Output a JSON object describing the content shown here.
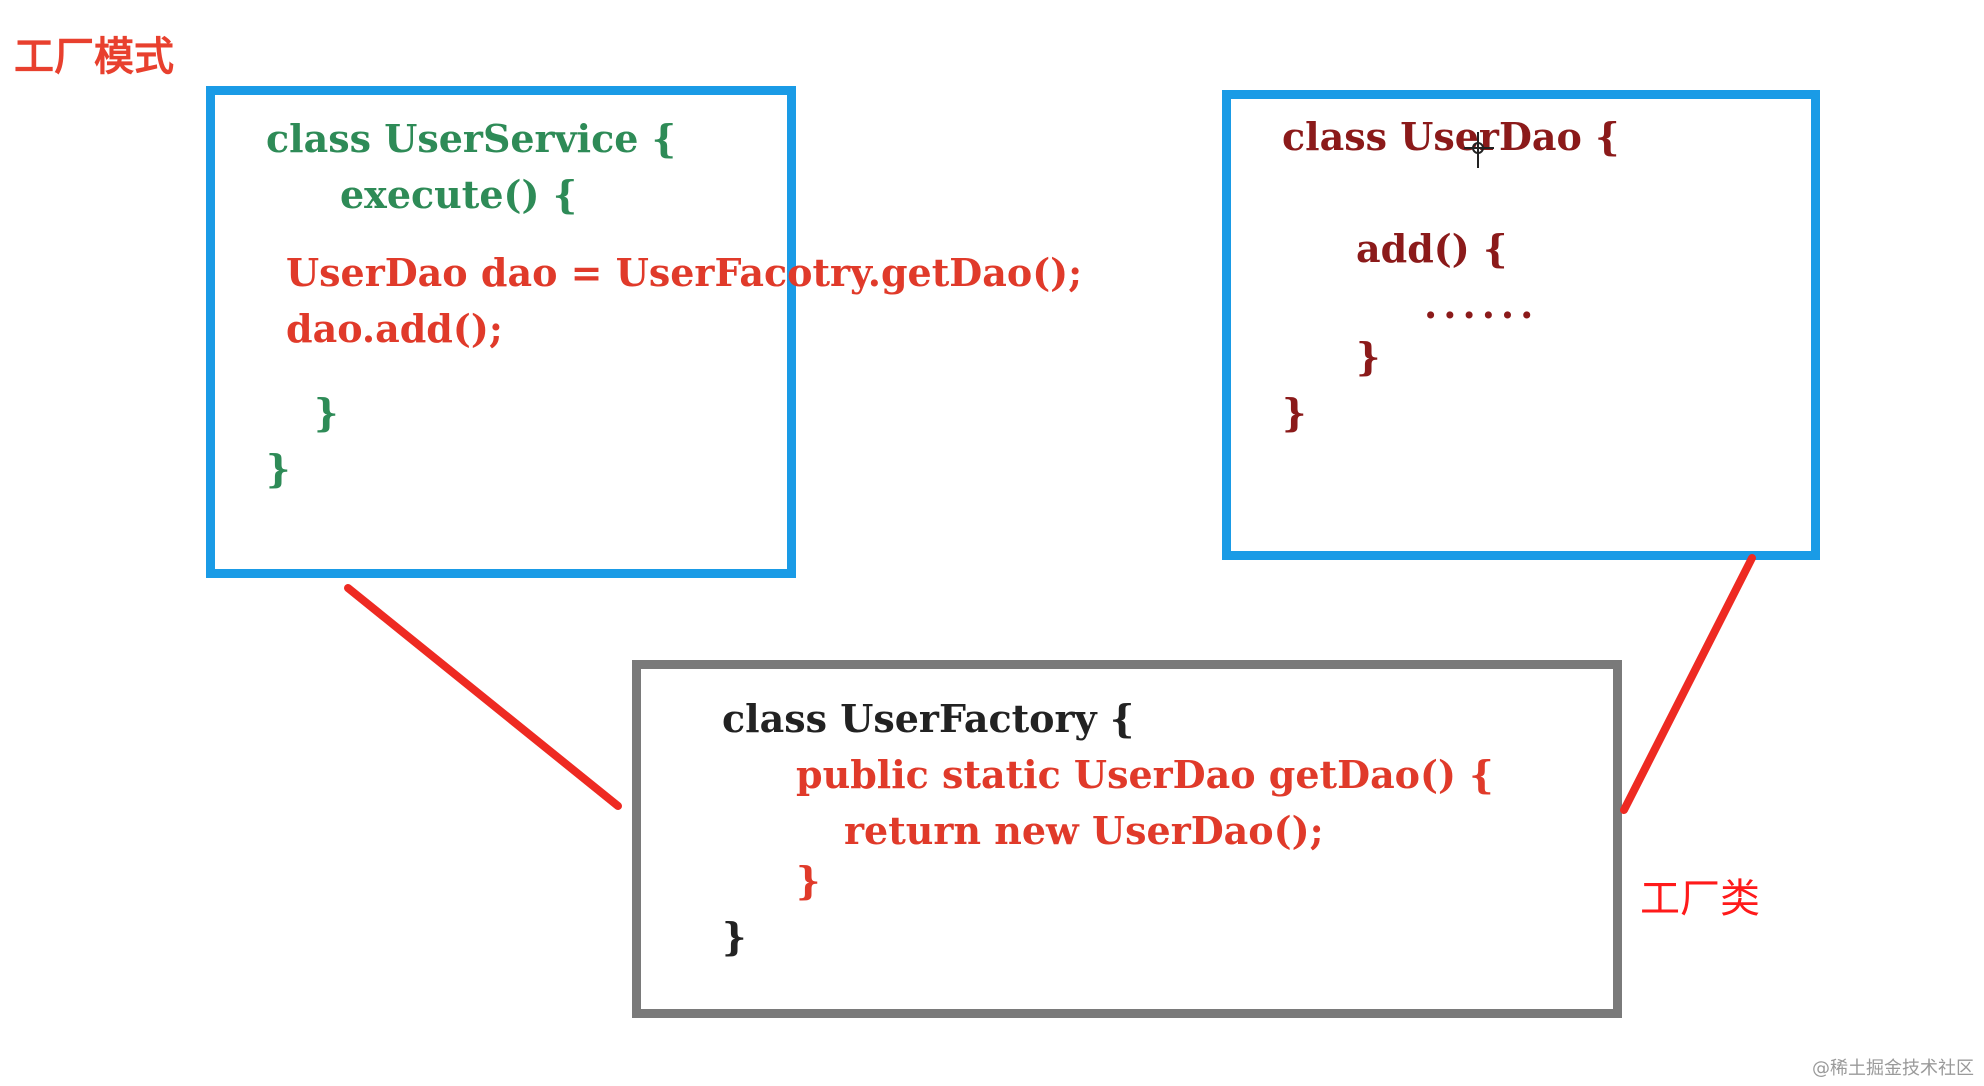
{
  "title": "工厂模式",
  "factory_label": "工厂类",
  "watermark": "@稀土掘金技术社区",
  "colors": {
    "blue_border": "#1a9be6",
    "gray_border": "#7a7a7a",
    "green_code": "#2e8b57",
    "red_code": "#e03a2a",
    "dark_code": "#222222",
    "maroon_code": "#8b1a1a",
    "connector": "#ee2a22"
  },
  "user_service": {
    "line1": "class UserService {",
    "line2": "execute() {",
    "line3": "UserDao dao = UserFacotry.getDao();",
    "line4": "dao.add();",
    "line5": "}",
    "line6": "}"
  },
  "user_dao": {
    "line1": "class UserDao {",
    "line2": "add() {",
    "line3": "......",
    "line4": "}",
    "line5": "}"
  },
  "user_factory": {
    "line1": "class UserFactory {",
    "line2": "public static UserDao getDao() {",
    "line3": "return new UserDao();",
    "line4": "}",
    "line5": "}"
  }
}
